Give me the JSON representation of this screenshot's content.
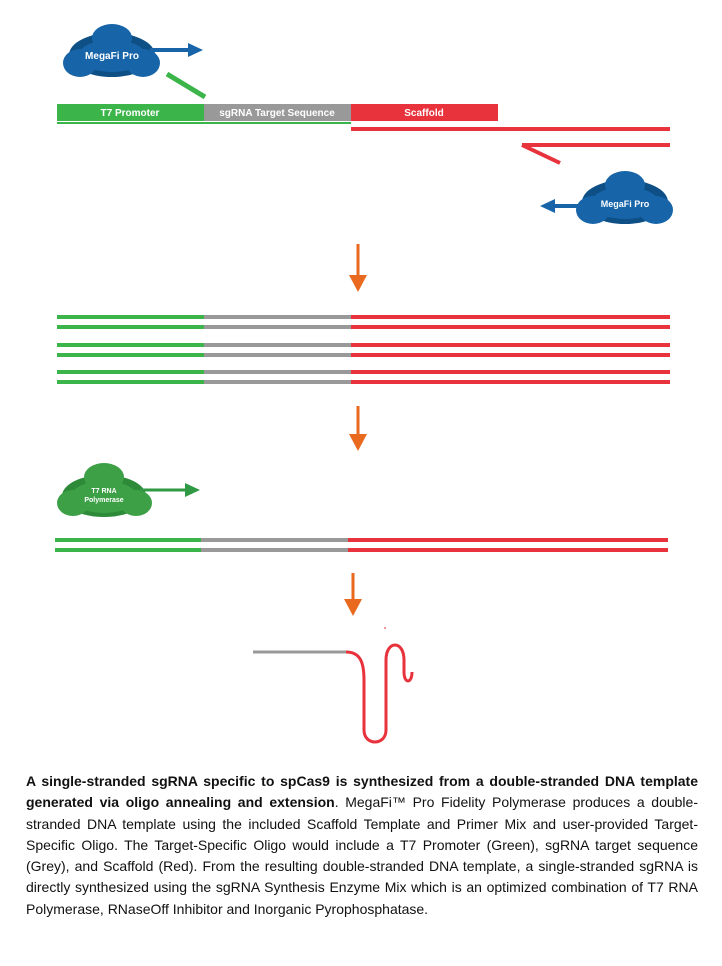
{
  "diagram": {
    "labels": {
      "megafi_pro": "MegaFi Pro",
      "t7_polymerase_line1": "T7 RNA",
      "t7_polymerase_line2": "Polymerase",
      "t7_promoter": "T7 Promoter",
      "sgrna_target": "sgRNA Target Sequence",
      "scaffold": "Scaffold"
    },
    "colors": {
      "green": "#3bb54a",
      "grey": "#999999",
      "red": "#e8323c",
      "orange": "#e96a1f",
      "blue_enzyme": "#1765a8",
      "blue_enzyme_dark": "#0e4f86",
      "green_enzyme": "#3ea046",
      "green_enzyme_dark": "#2d8a38",
      "arrow_blue": "#1765a8",
      "arrow_green": "#2f9a43"
    },
    "icons": [
      "megafi-pro-enzyme-icon",
      "t7-rna-polymerase-icon",
      "down-arrow-icon",
      "right-arrow-icon",
      "left-arrow-icon"
    ]
  },
  "caption": {
    "bold": "A single-stranded sgRNA specific to spCas9 is synthesized from a double-stranded DNA template generated via oligo annealing and extension",
    "body": ". MegaFi™ Pro Fidelity Polymerase produces a double-stranded DNA template using the included Scaffold Template and Primer Mix and user-provided Target-Specific Oligo. The Target-Specific Oligo would include a T7 Promoter (Green), sgRNA target sequence (Grey), and Scaffold (Red). From the resulting double-stranded DNA template, a single-stranded sgRNA is directly synthesized using the sgRNA Synthesis Enzyme Mix which is an optimized combination of T7 RNA Polymerase, RNaseOff Inhibitor and Inorganic Pyrophosphatase."
  }
}
